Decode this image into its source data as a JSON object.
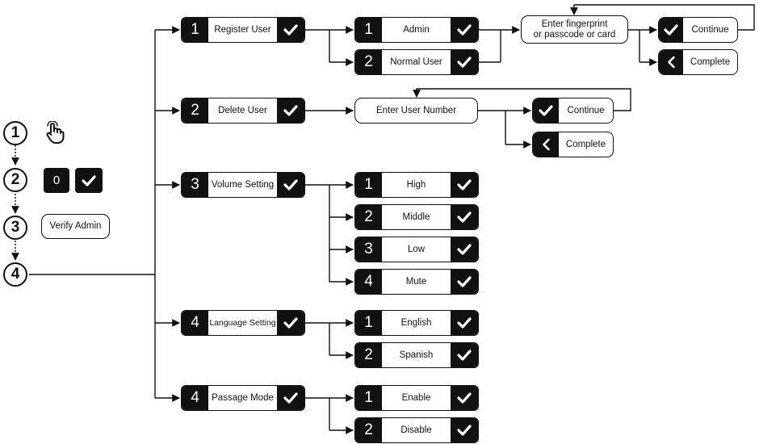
{
  "steps": [
    "1",
    "2",
    "3",
    "4"
  ],
  "step2": {
    "digit": "0"
  },
  "step3": {
    "label": "Verify Admin"
  },
  "menu": [
    {
      "num": "1",
      "label": "Register User"
    },
    {
      "num": "2",
      "label": "Delete User"
    },
    {
      "num": "3",
      "label": "Volume Setting"
    },
    {
      "num": "4",
      "label": "Language Setting"
    },
    {
      "num": "4",
      "label": "Passage Mode"
    }
  ],
  "register": {
    "options": [
      {
        "num": "1",
        "label": "Admin"
      },
      {
        "num": "2",
        "label": "Normal User"
      }
    ],
    "enter_prompt": [
      "Enter fingerprint",
      "or passcode or card"
    ],
    "continue_label": "Continue",
    "complete_label": "Complete"
  },
  "delete": {
    "enter_prompt": "Enter User Number",
    "continue_label": "Continue",
    "complete_label": "Complete"
  },
  "volume": {
    "options": [
      {
        "num": "1",
        "label": "High"
      },
      {
        "num": "2",
        "label": "Middle"
      },
      {
        "num": "3",
        "label": "Low"
      },
      {
        "num": "4",
        "label": "Mute"
      }
    ]
  },
  "language": {
    "options": [
      {
        "num": "1",
        "label": "English"
      },
      {
        "num": "2",
        "label": "Spanish"
      }
    ]
  },
  "passage": {
    "options": [
      {
        "num": "1",
        "label": "Enable"
      },
      {
        "num": "2",
        "label": "Disable"
      }
    ]
  },
  "colors": {
    "ink": "#111111",
    "paper": "#ffffff"
  },
  "icons": {
    "step1": "touch-hand-icon",
    "confirm": "check-icon",
    "back": "chevron-left-icon"
  }
}
